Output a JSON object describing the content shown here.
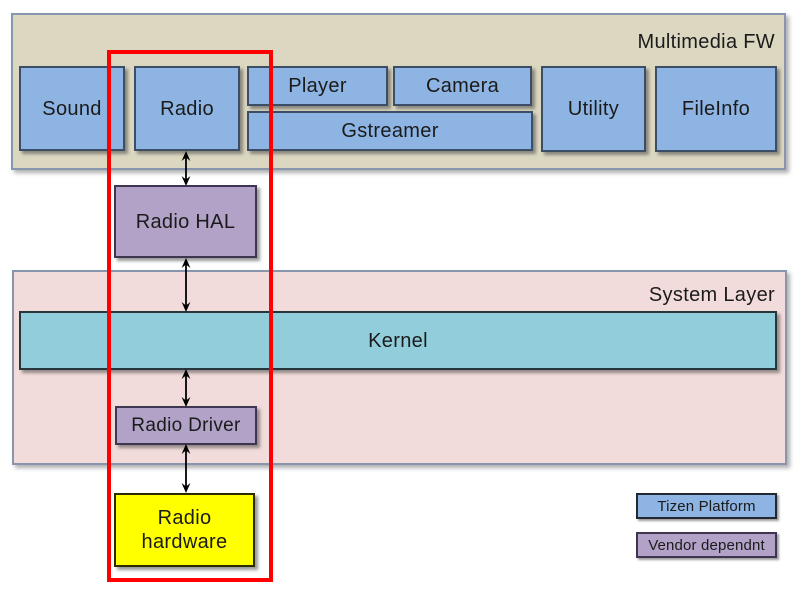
{
  "multimedia_fw": {
    "label": "Multimedia FW",
    "sound": "Sound",
    "radio": "Radio",
    "player": "Player",
    "camera": "Camera",
    "gstreamer": "Gstreamer",
    "utility": "Utility",
    "fileinfo": "FileInfo"
  },
  "hal": {
    "radio_hal": "Radio HAL"
  },
  "system_layer": {
    "label": "System Layer",
    "kernel": "Kernel",
    "radio_driver": "Radio Driver"
  },
  "hardware": {
    "radio_hardware": "Radio hardware"
  },
  "legend": {
    "tizen_platform": "Tizen Platform",
    "vendor_dependent": "Vendor dependnt"
  },
  "colors": {
    "tizen_platform_blue": "#8DB4E2",
    "vendor_dependent_purple": "#B2A2C7",
    "kernel_teal": "#92CDDC",
    "hardware_yellow": "#FFFF00",
    "highlight_red": "#FE0000",
    "multimedia_fw_bg": "#DBD7C1",
    "system_layer_bg": "#F2DCDB"
  }
}
